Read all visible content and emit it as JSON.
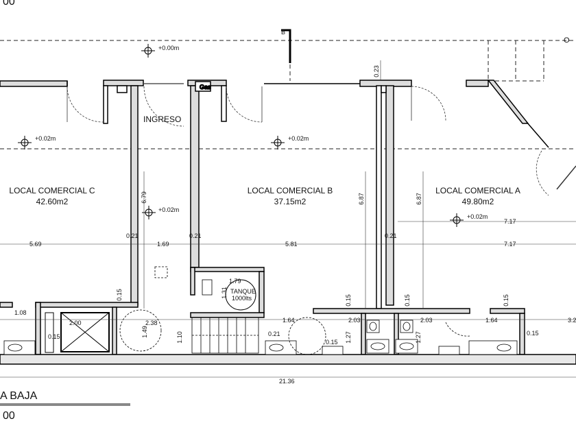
{
  "rooms": [
    {
      "name": "LOCAL COMERCIAL C",
      "area": "42.60m2"
    },
    {
      "name": "LOCAL COMERCIAL B",
      "area": "37.15m2"
    },
    {
      "name": "LOCAL COMERCIAL A",
      "area": "49.80m2"
    }
  ],
  "labels": {
    "ingreso": "INGRESO",
    "tanque_1": "TANQUE",
    "tanque_2": "1000lts",
    "gas": "Gas",
    "title": "A BAJA",
    "scale": "00",
    "top_partial": "00",
    "top_right": "O"
  },
  "levels": {
    "l1": "+0.00m",
    "l2": "+0.02m",
    "l3": "+0.02m",
    "l4": "+0.02m",
    "l5": "+0.02m"
  },
  "dims": {
    "d_023": "0.23",
    "d_679": "6.79",
    "d_687a": "6.87",
    "d_687b": "6.87",
    "d_717a": "7.17",
    "d_717b": "7.17",
    "d_569": "5.69",
    "d_169": "1.69",
    "d_581": "5.81",
    "d_021a": "0.21",
    "d_021b": "0.21",
    "d_021c": "0.21",
    "d_015a": "0.15",
    "d_015b": "0.15",
    "d_015c": "0.15",
    "d_015d": "0.15",
    "d_015e": "0.15",
    "d_015f": "0.15",
    "d_015g": "0.15",
    "d_179": "1.79",
    "d_131": "1.31",
    "d_108": "1.08",
    "d_200": "2.00",
    "d_238": "2.38",
    "d_149": "1.49",
    "d_110": "1.10",
    "d_164a": "1.64",
    "d_164b": "1.64",
    "d_203a": "2.03",
    "d_203b": "2.03",
    "d_127a": "1.27",
    "d_127b": "1.27",
    "d_3": "3.2",
    "d_2136": "21.36"
  }
}
